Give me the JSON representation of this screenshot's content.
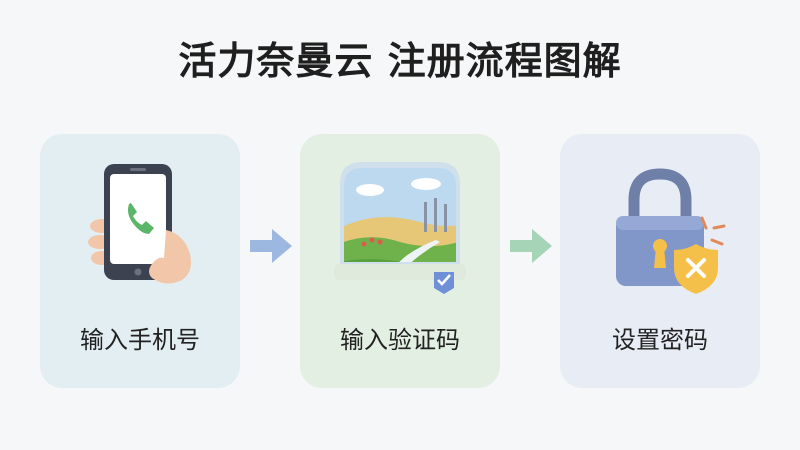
{
  "title": "活力奈曼云  注册流程图解",
  "steps": [
    {
      "label": "输入手机号",
      "icon": "phone-in-hand-icon"
    },
    {
      "label": "输入验证码",
      "icon": "verification-landscape-icon"
    },
    {
      "label": "设置密码",
      "icon": "padlock-shield-icon"
    }
  ],
  "colors": {
    "card_1": "#e3eef3",
    "card_2": "#e3efe3",
    "card_3": "#e8ecf4",
    "arrow_1": "#9cb8e0",
    "arrow_2": "#a6d4b6"
  }
}
